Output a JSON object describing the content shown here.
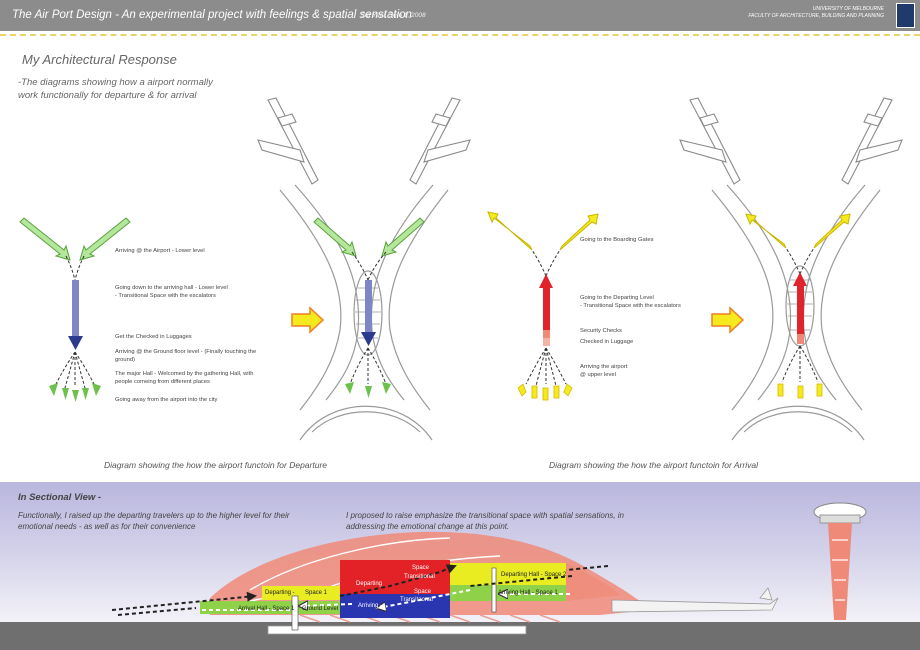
{
  "header": {
    "title": "The Air Port Design - An experimental project with feelings & spatial senstation",
    "subtitle": "3rd Year, Sem 1, 2008",
    "university_line1": "UNIVERSITY OF MELBOURNE",
    "university_line2": "FACULTY OF ARCHITECTURE, BUILDING AND PLANNING"
  },
  "response": {
    "heading": "My Architectural Response",
    "intro_line1": "-The diagrams showing how a airport normally",
    "intro_line2": "work functionally for departure   &   for arrival"
  },
  "departure": {
    "labels": [
      "Arriving @ the Airport - Lower level",
      "Going down to the arriving hall - Lower level",
      "- Transitional Space with the escalators",
      "Get the Checked in Luggages",
      "Arriving @ the Ground floor level - (Finally touching the",
      "ground)",
      "The major Hall - Welcomed by the gathering Hall, with",
      "people comeing from different places",
      "Going away from the airport into the city"
    ],
    "caption": "Diagram showing the how the airport functoin for Departure"
  },
  "arrival": {
    "labels": [
      "Going to the Boarding Gates",
      "Going to the Departing Level",
      "- Transitional Space with the escalators",
      "Security Checks",
      "Checked in Luggage",
      "Arriving the airport",
      "@ upper level"
    ],
    "caption": "Diagram showing the how the airport functoin for Arrival"
  },
  "section": {
    "heading": "In Sectional View -",
    "para1_line1": "Functionally, I raised up the departing travelers up to the higher level for their",
    "para1_line2": "emotional needs - as well as for their convenience",
    "para2_line1": "I proposed to raise emphasize the transitional space with spatial sensations, in",
    "para2_line2": "addressing the emotional change at this point.",
    "building_labels": {
      "departing_left": "Departing -",
      "space1": "Space 1",
      "departing_mid": "Departing",
      "space_top": "Space",
      "transitional_top": "Transitional",
      "space_mid": "Space",
      "transitional_mid": "Transitaonal",
      "arriving": "Arriving -",
      "ground_level": "Ground Level",
      "arrival_hall": "Arrival Hall - Space 1",
      "arriving_hall": "Arriving Hall - Space 1",
      "departing_hall": "Departing Hall - Space 2"
    }
  },
  "colors": {
    "header_bg": "#8c8c8c",
    "dashed_accent": "#e8d46a",
    "departure_blue": "#7f86c8",
    "arrival_red": "#e0242c",
    "green_arrow": "#6cc24a",
    "yellow_arrow": "#f4ea1e",
    "orange_arrow": "#f07f22",
    "building_pink": "#f08a78",
    "section_sky": "#b9b6de"
  },
  "icons": [
    "crest-icon",
    "airplane-icon",
    "arrow-icon",
    "control-tower-icon"
  ]
}
